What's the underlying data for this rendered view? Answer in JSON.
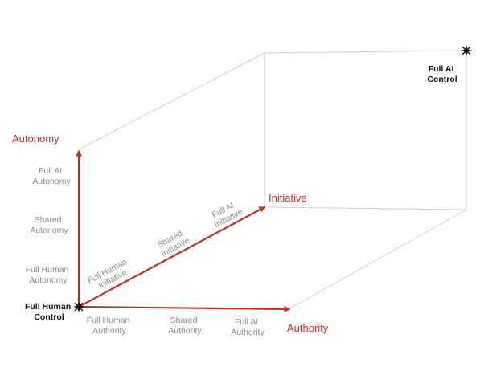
{
  "colors": {
    "accent": "#b8332a",
    "edge": "#cfcfcf",
    "tick_text": "#8a8a8a",
    "corner_text": "#111111"
  },
  "axes": {
    "autonomy": {
      "title": "Autonomy",
      "ticks": [
        [
          "Full AI",
          "Autonomy"
        ],
        [
          "Shared",
          "Autonomy"
        ],
        [
          "Full Human",
          "Autonomy"
        ]
      ]
    },
    "initiative": {
      "title": "Initiative",
      "ticks": [
        [
          "Full Human",
          "Initiative"
        ],
        [
          "Shared",
          "Initiative"
        ],
        [
          "Full AI",
          "Initiative"
        ]
      ]
    },
    "authority": {
      "title": "Authority",
      "ticks": [
        [
          "Full Human",
          "Authority"
        ],
        [
          "Shared",
          "Authority"
        ],
        [
          "Full AI",
          "Authority"
        ]
      ]
    }
  },
  "corners": {
    "origin": [
      "Full Human",
      "Control"
    ],
    "far": [
      "Full AI",
      "Control"
    ]
  },
  "icons": {
    "origin": "star-icon",
    "far": "star-icon"
  }
}
